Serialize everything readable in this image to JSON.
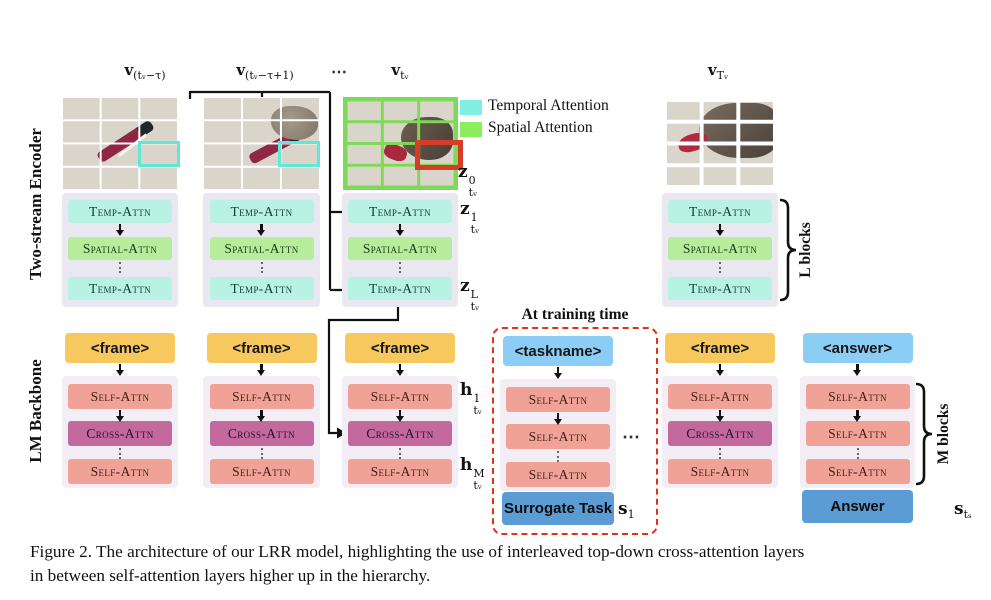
{
  "colors": {
    "temporal_attention": "#7ff0e1",
    "spatial_attention": "#8dee5c",
    "temp_box": "#b7f2e3",
    "spatial_box": "#b6ec9b",
    "encoder_container": "#e9e7f0",
    "self_box": "#f1a296",
    "cross_box": "#c4699d",
    "lm_container": "#f3eef5",
    "frame_token": "#f6c85e",
    "blue_token": "#8bcdf4",
    "blue_solid": "#5b9cd5",
    "dashed_red": "#e0301e",
    "highlight_cyan": "#5ee8d8",
    "grid_green": "#7ed957",
    "highlight_red": "#d63c28"
  },
  "side_labels": {
    "encoder": "Two-stream Encoder",
    "backbone": "LM Backbone"
  },
  "video": {
    "labels": [
      {
        "base": "v",
        "sub": "(tᵥ−τ)"
      },
      {
        "base": "v",
        "sub": "(tᵥ−τ+1)"
      },
      {
        "base": "v",
        "sub": "tᵥ"
      },
      {
        "base": "v",
        "sub": "Tᵥ"
      }
    ],
    "ellipsis": "⋯"
  },
  "legend": {
    "temporal": "Temporal Attention",
    "spatial": "Spatial Attention"
  },
  "encoder": {
    "temp_attn": "Temp-Attn",
    "spatial_attn": "Spatial-Attn",
    "z0": {
      "base": "z",
      "sup": "0",
      "sub": "tᵥ"
    },
    "z1": {
      "base": "z",
      "sup": "1",
      "sub": "tᵥ"
    },
    "zL": {
      "base": "z",
      "sup": "L",
      "sub": "tᵥ"
    },
    "l_blocks": "L blocks"
  },
  "backbone": {
    "frame_token": "<frame>",
    "taskname_token": "<taskname>",
    "answer_token": "<answer>",
    "self_attn": "Self-Attn",
    "cross_attn": "Cross-Attn",
    "surrogate_task": "Surrogate Task",
    "answer": "Answer",
    "h1": {
      "base": "h",
      "sup": "1",
      "sub": "tᵥ"
    },
    "hM": {
      "base": "h",
      "sup": "M",
      "sub": "tᵥ"
    },
    "s1": {
      "base": "s",
      "sub": "1"
    },
    "sts": {
      "base": "s",
      "sub": "tₛ"
    },
    "m_blocks": "M blocks",
    "training_time": "At training time",
    "ellipsis": "⋯"
  },
  "caption": {
    "line1": "Figure 2. The architecture of our LRR model, highlighting the use of interleaved top-down cross-attention layers",
    "line2": "in between self-attention layers higher up in the hierarchy."
  }
}
